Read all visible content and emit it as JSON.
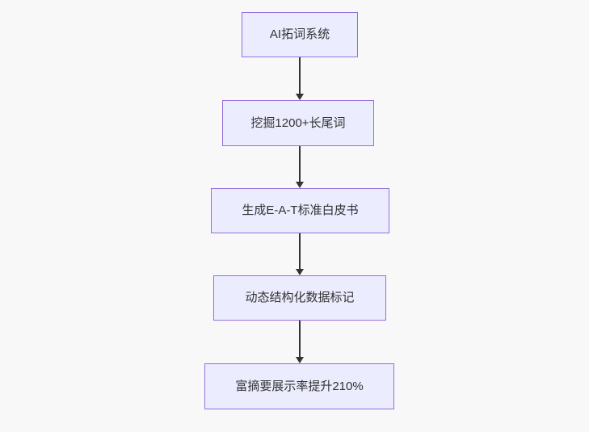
{
  "diagram": {
    "type": "flowchart",
    "direction": "top-down",
    "colors": {
      "background": "#f8f8f8",
      "node_fill": "#ececff",
      "node_border": "#9370db",
      "text": "#333333",
      "arrow": "#333333"
    },
    "nodes": [
      {
        "id": "node-1",
        "label": "AI拓词系统"
      },
      {
        "id": "node-2",
        "label": "挖掘1200+长尾词"
      },
      {
        "id": "node-3",
        "label": "生成E-A-T标准白皮书"
      },
      {
        "id": "node-4",
        "label": "动态结构化数据标记"
      },
      {
        "id": "node-5",
        "label": "富摘要展示率提升210%"
      }
    ],
    "edges": [
      {
        "from": "node-1",
        "to": "node-2"
      },
      {
        "from": "node-2",
        "to": "node-3"
      },
      {
        "from": "node-3",
        "to": "node-4"
      },
      {
        "from": "node-4",
        "to": "node-5"
      }
    ]
  }
}
